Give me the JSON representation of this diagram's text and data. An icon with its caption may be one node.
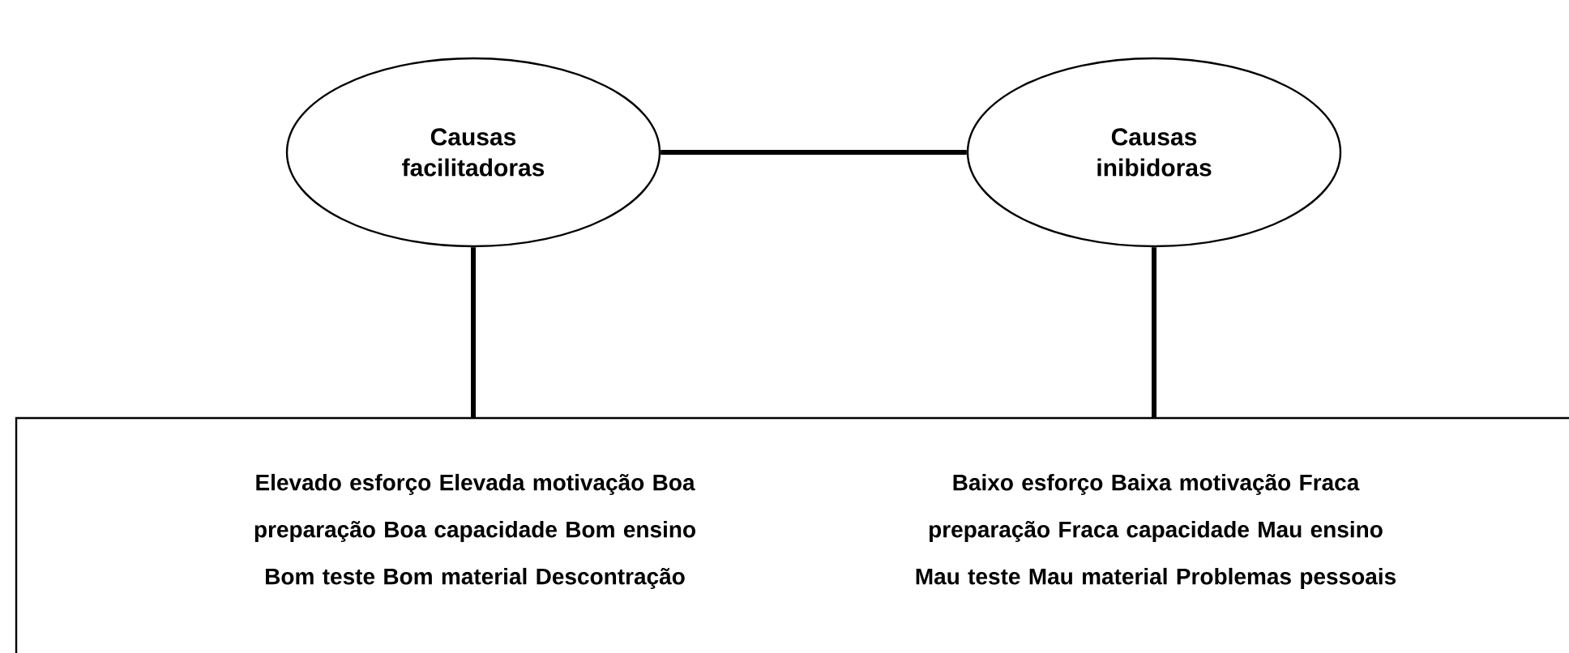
{
  "diagram": {
    "nodes": [
      {
        "text": [
          "Causas facilitadoras"
        ]
      },
      {
        "text": [
          "Causas inibidoras"
        ]
      },
      {
        "text": [
          "Elevado esforço Elevada motivação Boa preparação Boa capacidade Bom ensino Bom teste Bom material Descontração",
          "Baixo esforço Baixa motivação Fraca preparação Fraca capacidade Mau ensino Mau teste Mau material Problemas pessoais"
        ]
      }
    ],
    "edges": [
      {
        "from": 0,
        "to": 1,
        "arrow": "none"
      },
      {
        "from": 0,
        "to": 2,
        "arrow": "none"
      },
      {
        "from": 1,
        "to": 2,
        "arrow": "none"
      }
    ]
  }
}
